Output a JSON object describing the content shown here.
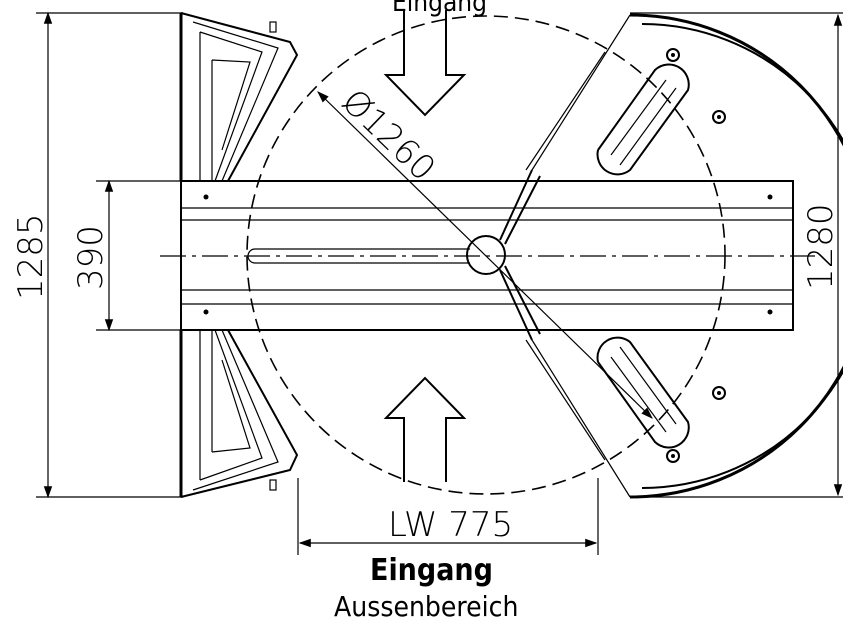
{
  "top_label": "Eingang",
  "dimensions": {
    "total_height": "1285",
    "rail_width": "390",
    "diameter": "Ø1260",
    "right_height": "1280",
    "clear_width": "LW 775"
  },
  "bottom": {
    "entrance": "Eingang",
    "area": "Aussenbereich"
  }
}
